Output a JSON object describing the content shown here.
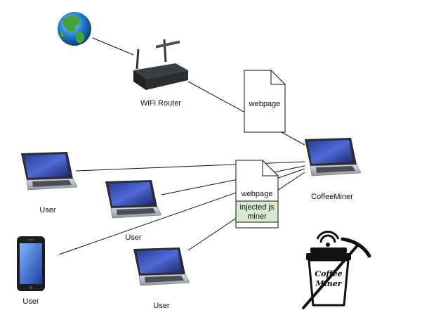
{
  "labels": {
    "router": "WiFi Router",
    "coffeeminer": "CoffeeMiner",
    "user1": "User",
    "user2": "User",
    "user3": "User",
    "user4": "User"
  },
  "documents": {
    "top": {
      "label": "webpage"
    },
    "injected": {
      "label": "webpage",
      "injected_line1": "injected js",
      "injected_line2": "miner"
    }
  },
  "logo": {
    "line1": "Coffee",
    "line2": "Miner"
  },
  "colors": {
    "injected_fill": "#d9ead3",
    "line": "#111111"
  }
}
